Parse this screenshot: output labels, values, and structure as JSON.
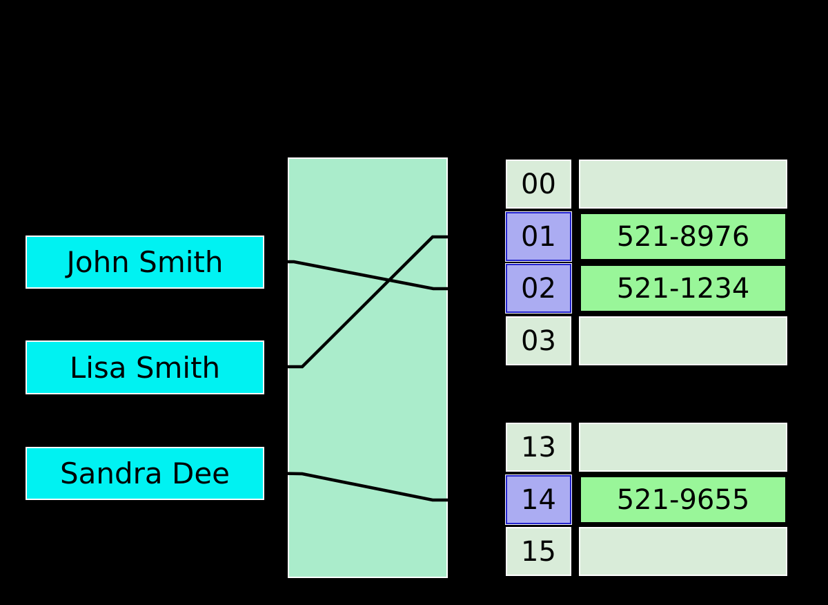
{
  "diagram": {
    "keys": [
      "John Smith",
      "Lisa Smith",
      "Sandra Dee"
    ],
    "hash_table": {
      "top_rows": [
        {
          "index": "00",
          "value": ""
        },
        {
          "index": "01",
          "value": "521-8976"
        },
        {
          "index": "02",
          "value": "521-1234"
        },
        {
          "index": "03",
          "value": ""
        }
      ],
      "bottom_rows": [
        {
          "index": "13",
          "value": ""
        },
        {
          "index": "14",
          "value": "521-9655"
        },
        {
          "index": "15",
          "value": ""
        }
      ]
    },
    "connections": [
      {
        "from": "John Smith",
        "to_index": "02"
      },
      {
        "from": "Lisa Smith",
        "to_index": "01"
      },
      {
        "from": "Sandra Dee",
        "to_index": "14"
      }
    ]
  },
  "colors": {
    "background": "#000000",
    "key-fill": "#00F2F2",
    "hash-fill": "#AAECCB",
    "cell-light-fill": "#D9ECD9",
    "cell-purple-fill": "#ABACF2",
    "cell-purple-border": "#2222CC",
    "bucket-green-fill": "#99F699",
    "cell-border-light": "#FFFFFF",
    "line": "#000000"
  }
}
